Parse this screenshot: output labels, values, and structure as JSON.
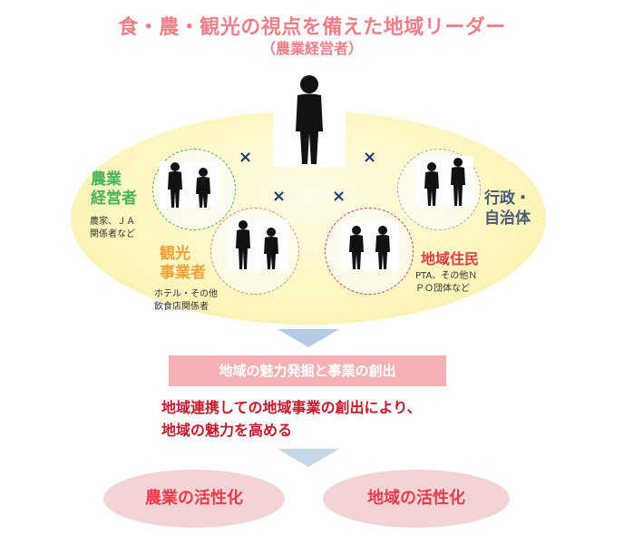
{
  "title": "食・農・観光の視点を備えた地域リーダー",
  "subtitle": "（農業経営者）",
  "groups": {
    "farm": {
      "title_line1": "農業",
      "title_line2": "経営者",
      "sub_line1": "農家、ＪＡ",
      "sub_line2": "関係者など",
      "color": "#49b35b"
    },
    "tourism": {
      "title_line1": "観光",
      "title_line2": "事業者",
      "sub_line1": "ホテル・その他",
      "sub_line2": "飲食店関係者",
      "color": "#f0a23a"
    },
    "residents": {
      "title": "地域住民",
      "sub_line1": "PTA、その他Ｎ",
      "sub_line2": "ＰＯ団体など",
      "color": "#e5394b"
    },
    "government": {
      "title_line1": "行政・",
      "title_line2": "自治体",
      "color": "#4a5a72"
    }
  },
  "cross_symbol": "×",
  "banner": "地域の魅力発掘と事業の創出",
  "message_line1": "地域連携しての地域事業の創出により、",
  "message_line2": "地域の魅力を高める",
  "outcomes": [
    "農業の活性化",
    "地域の活性化"
  ],
  "colors": {
    "title": "#ef7f88",
    "message": "#c7182b",
    "outcome_text": "#e73c4e",
    "banner_bg": "#f5b2b5"
  }
}
